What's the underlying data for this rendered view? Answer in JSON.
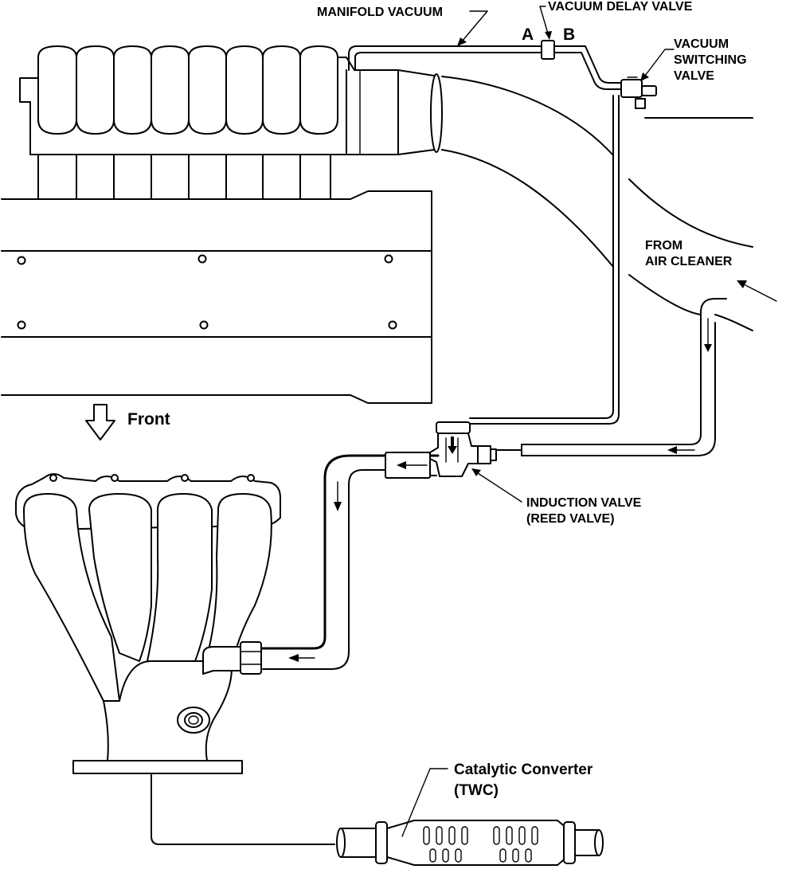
{
  "labels": {
    "manifold_vacuum": "MANIFOLD VACUUM",
    "vacuum_delay_valve": "VACUUM DELAY VALVE",
    "port_a": "A",
    "port_b": "B",
    "vacuum_switching_valve": [
      "VACUUM",
      "SWITCHING",
      "VALVE"
    ],
    "from_air_cleaner": [
      "FROM",
      "AIR CLEANER"
    ],
    "front": "Front",
    "induction_valve": [
      "INDUCTION VALVE",
      "(REED VALVE)"
    ],
    "catalytic_converter": [
      "Catalytic Converter",
      "(TWC)"
    ]
  }
}
